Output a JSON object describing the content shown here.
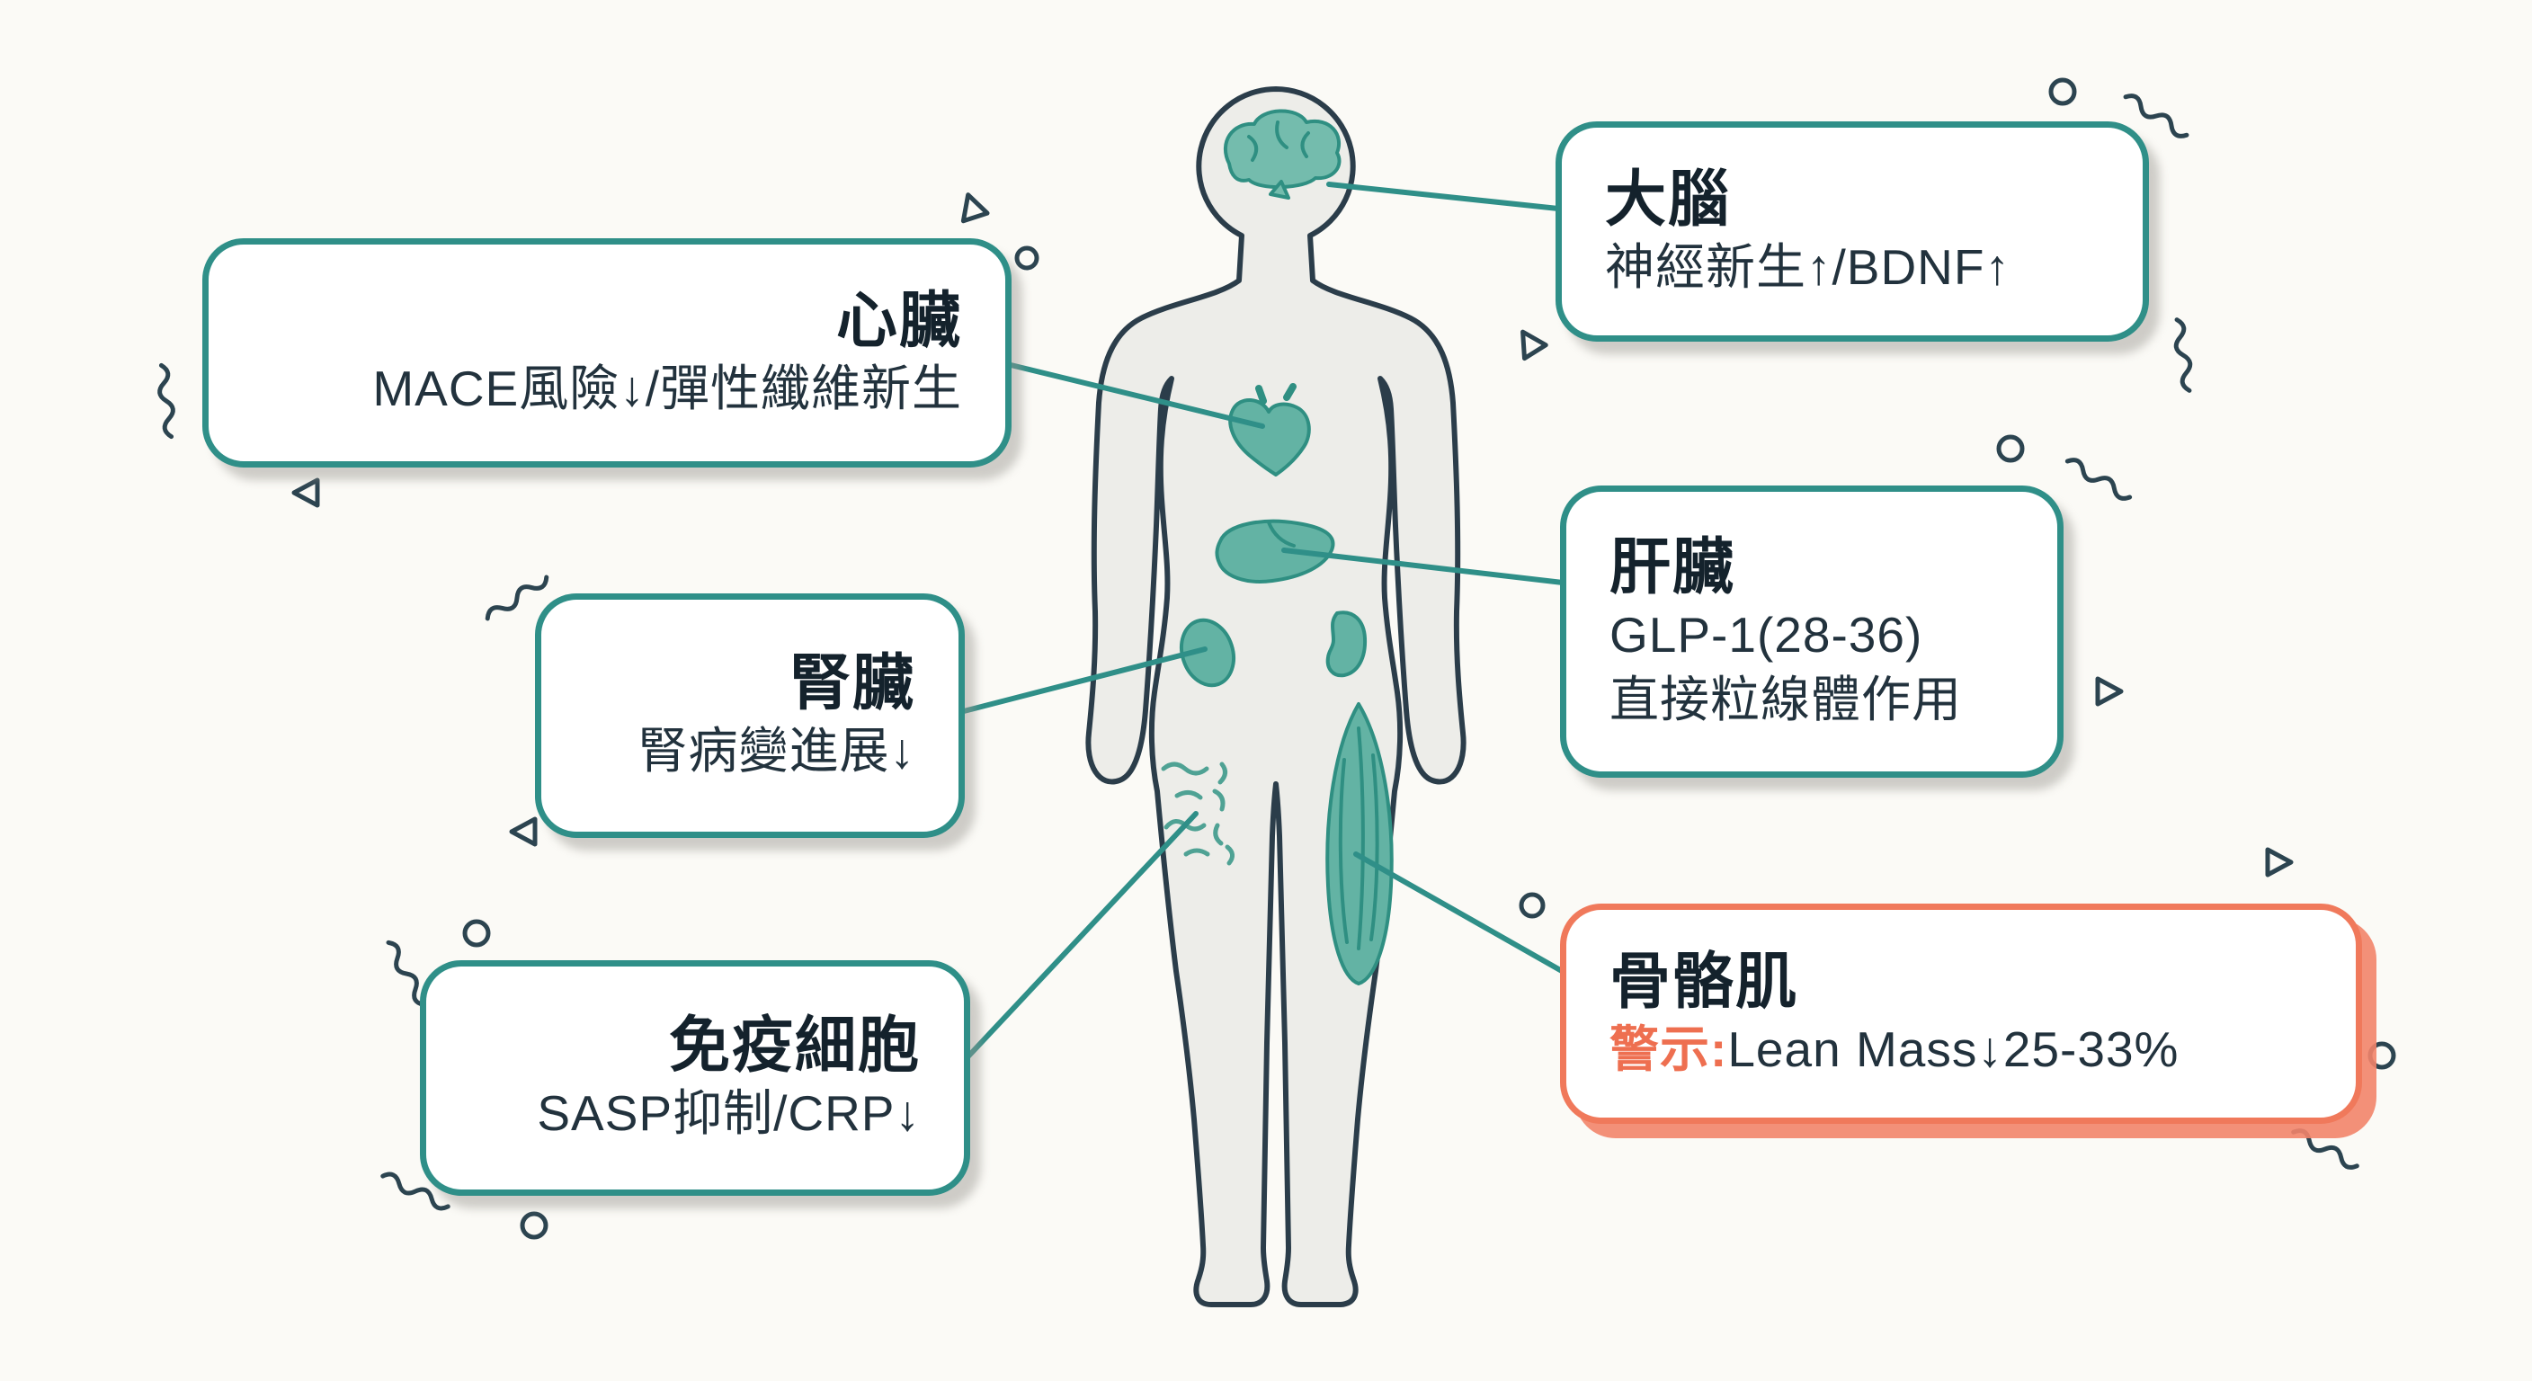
{
  "figure": {
    "background_color": "#FBFAF6",
    "accent_teal": "#2F8F88",
    "accent_coral": "#F0795B",
    "ink_color": "#14222C",
    "organ_fill": "#63B3A4",
    "body_fill": "#EDEDE9",
    "callouts": {
      "brain": {
        "title": "大腦",
        "line1": "神經新生↑/BDNF↑"
      },
      "heart": {
        "title": "心臟",
        "line1": "MACE風險↓/彈性纖維新生"
      },
      "liver": {
        "title": "肝臟",
        "line1": "GLP-1(28-36)",
        "line2": "直接粒線體作用"
      },
      "kidney": {
        "title": "腎臟",
        "line1": "腎病變進展↓"
      },
      "immune": {
        "title": "免疫細胞",
        "line1": "SASP抑制/CRP↓"
      },
      "muscle": {
        "title": "骨骼肌",
        "warning_label": "警示:",
        "line1": "Lean Mass↓25-33%"
      }
    },
    "organs": {
      "brain": "brain-organ",
      "heart": "heart-organ",
      "liver": "liver-organ",
      "kidneys": "kidneys-organ",
      "gut": "gut-microbes-organ",
      "muscle": "thigh-muscle-organ"
    }
  }
}
